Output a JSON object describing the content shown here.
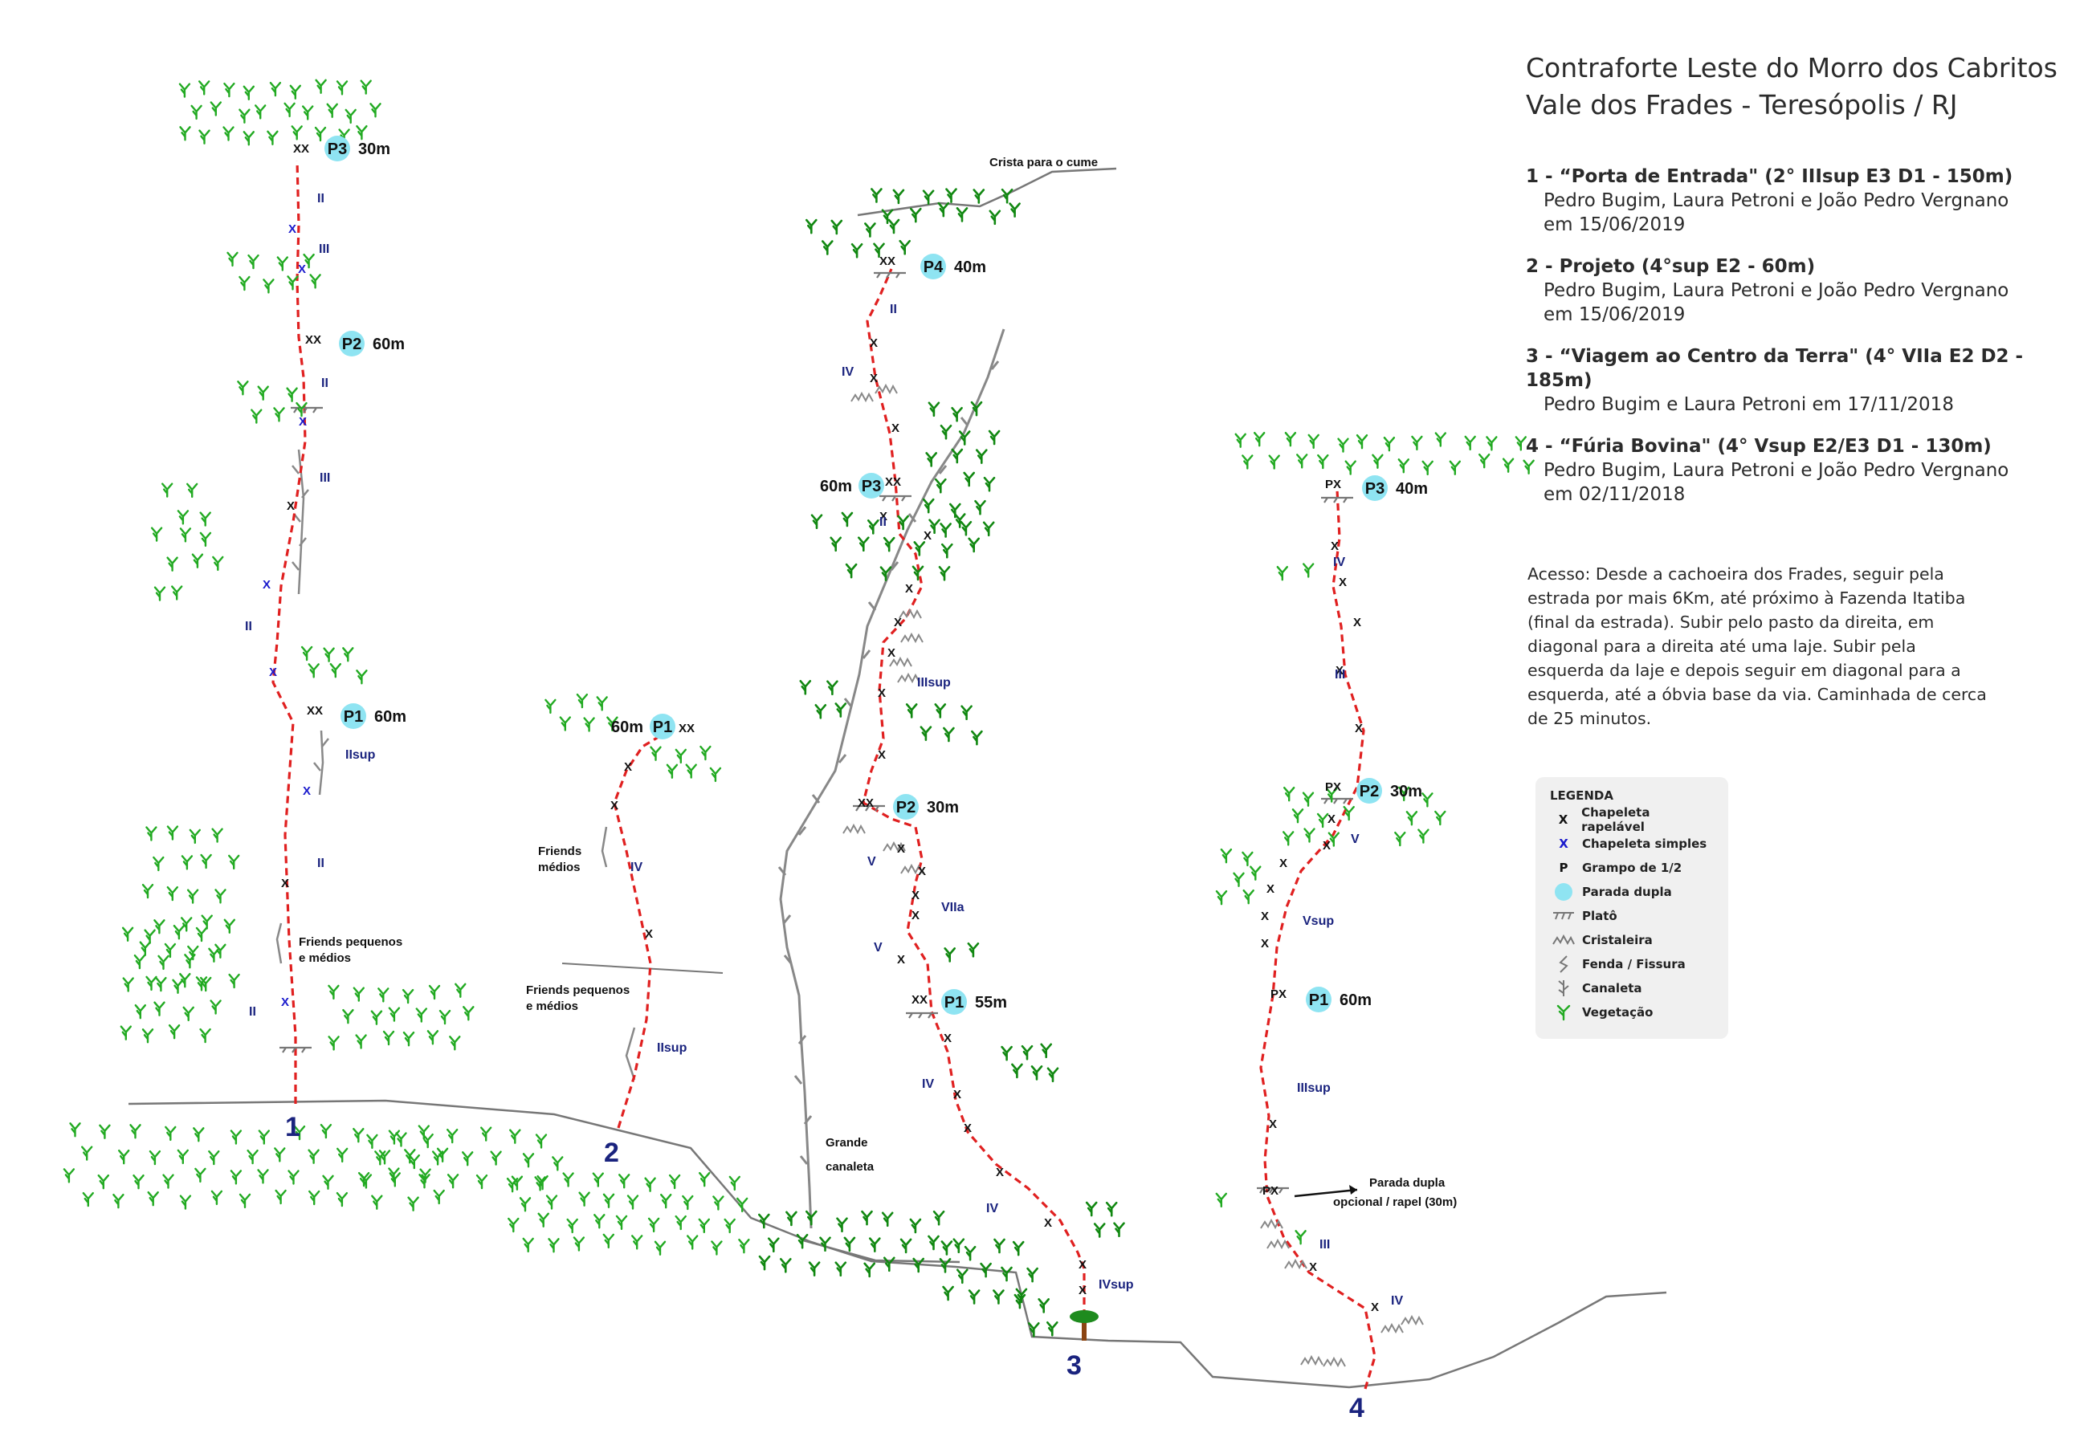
{
  "title": {
    "line1": "Contraforte Leste do Morro dos Cabritos",
    "line2": "Vale dos Frades - Teresópolis / RJ"
  },
  "routes": [
    {
      "name": "1 - “Porta de Entrada\" (2° IIIsup E3 D1 - 150m)",
      "lines": [
        "Pedro Bugim, Laura Petroni e João Pedro Vergnano",
        "em 15/06/2019"
      ]
    },
    {
      "name": "2 - Projeto (4°sup E2 - 60m)",
      "lines": [
        "Pedro Bugim, Laura Petroni e João Pedro Vergnano",
        "em 15/06/2019"
      ]
    },
    {
      "name": "3 - “Viagem ao Centro da Terra\" (4° VIIa E2 D2 - 185m)",
      "lines": [
        "Pedro Bugim e Laura Petroni em 17/11/2018"
      ]
    },
    {
      "name": "4 - “Fúria Bovina\" (4° Vsup E2/E3 D1 - 130m)",
      "lines": [
        "Pedro Bugim, Laura Petroni e João Pedro Vergnano",
        "em 02/11/2018"
      ]
    }
  ],
  "access": "Acesso: Desde a cachoeira dos Frades, seguir pela estrada por mais 6Km, até próximo à Fazenda Itatiba (final da estrada). Subir pelo pasto da direita, em diagonal para a direita até uma laje. Subir pela esquerda da laje e depois seguir em diagonal para a esquerda, até a óbvia base da via. Caminhada de cerca de 25 minutos.",
  "legend": {
    "title": "LEGENDA",
    "items": [
      {
        "symbol": "X",
        "label": "Chapeleta rapelável",
        "color": "#111111"
      },
      {
        "symbol": "X",
        "label": "Chapeleta simples",
        "color": "#1a1acc"
      },
      {
        "symbol": "P",
        "label": "Grampo de 1/2",
        "color": "#111111"
      },
      {
        "symbol": "circle",
        "label": "Parada dupla",
        "color": "#8fe4f2"
      },
      {
        "symbol": "plato-icon",
        "label": "Platô",
        "color": "#777777"
      },
      {
        "symbol": "cristaleira-icon",
        "label": "Cristaleira",
        "color": "#777777"
      },
      {
        "symbol": "fenda-icon",
        "label": "Fenda / Fissura",
        "color": "#777777"
      },
      {
        "symbol": "canaleta-icon",
        "label": "Canaleta",
        "color": "#777777"
      },
      {
        "symbol": "vegetacao-icon",
        "label": "Vegetação",
        "color": "#22aa22"
      }
    ]
  },
  "route_numbers": [
    "1",
    "2",
    "3",
    "4"
  ],
  "belays": [
    {
      "code": "P3",
      "len": "30m"
    },
    {
      "code": "P2",
      "len": "60m"
    },
    {
      "code": "P1",
      "len": "60m"
    },
    {
      "code": "P1",
      "len": "60m"
    },
    {
      "code": "P4",
      "len": "40m"
    },
    {
      "code": "P3",
      "len": "60m"
    },
    {
      "code": "P2",
      "len": "30m"
    },
    {
      "code": "P1",
      "len": "55m"
    },
    {
      "code": "P3",
      "len": "40m"
    },
    {
      "code": "P2",
      "len": "30m"
    },
    {
      "code": "P1",
      "len": "60m"
    }
  ],
  "grades": [
    "II",
    "III",
    "II",
    "III",
    "II",
    "IIsup",
    "II",
    "II",
    "IV",
    "IIsup",
    "II",
    "IV",
    "II",
    "IIIsup",
    "V",
    "VIIa",
    "V",
    "IV",
    "IV",
    "IVsup",
    "IV",
    "III",
    "V",
    "Vsup",
    "IIIsup",
    "III",
    "IV"
  ],
  "annotations": {
    "crista": "Crista para o cume",
    "friends_pm": [
      "Friends pequenos",
      "e médios"
    ],
    "friends_m": [
      "Friends",
      "médios"
    ],
    "friends_pm2": [
      "Friends pequenos",
      "e médios"
    ],
    "grande": [
      "Grande",
      "canaleta"
    ],
    "parada": [
      "Parada dupla",
      "opcional / rapel (30m)"
    ]
  },
  "colors": {
    "route": "#e02020",
    "belay": "#8fe4f2",
    "veg": "#22aa22",
    "rock": "#777777",
    "grade": "#1a237e"
  }
}
